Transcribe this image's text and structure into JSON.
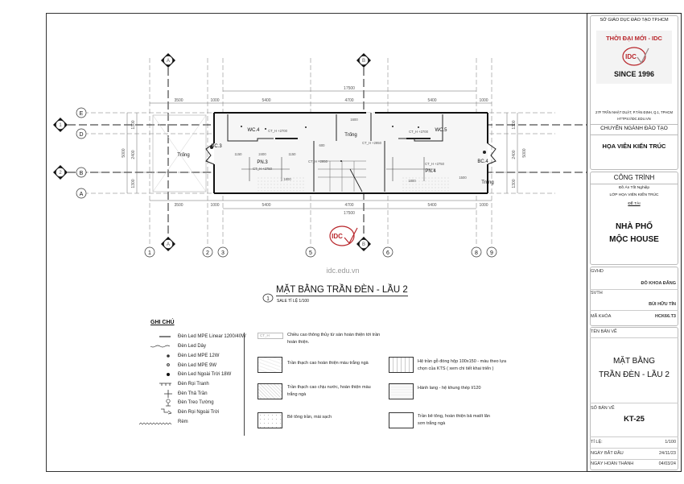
{
  "title_block": {
    "department": "SỞ GIÁO DỤC ĐÀO TẠO TP.HCM",
    "brand": "THỜI ĐẠI MỚI - IDC",
    "logo_text": "IDC",
    "since": "SINCE 1996",
    "address": "27F TRẦN NHẬT DUẬT, P.TÂN ĐỊNH, Q.1, TPHCM",
    "website": "HTTPS://IDC.EDU.VN",
    "major_label": "CHUYÊN NGÀNH ĐÀO TẠO",
    "major": "HỌA VIÊN KIẾN TRÚC",
    "project_label": "CÔNG TRÌNH",
    "project_sub1": "Đồ Án Tốt Nghiệp",
    "project_sub2": "LỚP HỌA VIÊN KIẾN TRÚC",
    "topic_label": "ĐỀ TÀI",
    "project_name_1": "NHÀ PHỐ",
    "project_name_2": "MỘC HOUSE",
    "instructor_label": "GVHD",
    "instructor": "ĐỖ KHOA ĐĂNG",
    "student_label": "SVTH",
    "student": "BÙI HỮU TÍN",
    "course_label": "MÃ KHÓA",
    "course": "HCK66.T3",
    "sheet_name_label": "TÊN BẢN VẼ",
    "sheet_name_1": "MẶT BẰNG",
    "sheet_name_2": "TRẦN ĐÈN - LẦU 2",
    "sheet_no_label": "SỐ BẢN VẼ",
    "sheet_no": "KT-25",
    "scale_label": "TỈ LỆ:",
    "scale": "1/100",
    "start_label": "NGÀY BẮT ĐẦU",
    "start": "24/11/23",
    "end_label": "NGÀY HOÀN THÀNH",
    "end": "04/03/24"
  },
  "plan": {
    "grid_rows": [
      "E",
      "D",
      "B",
      "A"
    ],
    "grid_cols": [
      "1",
      "2",
      "3",
      "5",
      "6",
      "8",
      "9"
    ],
    "sections": [
      "A",
      "B",
      "1",
      "2"
    ],
    "dims_top": [
      "3500",
      "1000",
      "5400",
      "4700",
      "5400",
      "1000"
    ],
    "dims_total": "17500",
    "dims_side": [
      "1300",
      "2400",
      "1300",
      "5000"
    ],
    "rooms": {
      "wc4": "WC.4",
      "wc5": "WC.5",
      "pn3": "PN.3",
      "pn4": "PN.4",
      "bc3": "BC.3",
      "bc4": "BC.4",
      "void_left": "Trống",
      "void_mid": "Trống",
      "void_right": "Trống"
    },
    "ceiling_tags": [
      "CT_H +2750",
      "CT_H +2750",
      "CT_H +2700",
      "CT_H +2700",
      "CT_H +2950",
      "CT_H +2950"
    ],
    "inner_dims": [
      "1150",
      "2400",
      "1150",
      "1800",
      "1500",
      "600",
      "1600"
    ],
    "watermark_logo": "IDC",
    "watermark_url": "idc.edu.vn"
  },
  "drawing": {
    "number": "1",
    "title": "MẶT BẰNG TRẦN ĐÈN - LẦU 2",
    "scale": "SALE TỈ LỆ 1/100"
  },
  "legend": {
    "title": "GHI CHÚ",
    "items": [
      "Đèn Led MPE Linear 1200/40W",
      "Đèn Led Dây",
      "Đèn Led MPE 12W",
      "Đèn Led MPE 9W",
      "Đèn Led Ngoài Trời 18W",
      "Đèn Rọi Tranh",
      "Đèn Thả Trần",
      "Đèn Treo Tường",
      "Đèn Rọi Ngoài Trời",
      "Rèm"
    ],
    "ceiling_tag_sample": "CT_H",
    "finishes": [
      "Chiều cao thông thủy từ sàn hoàn thiện tới trần hoàn thiện.",
      "Trần thạch cao hoàn thiện màu trắng ngà",
      "Trần thạch cao chịu nước, hoàn thiện màu trắng ngà",
      "Bê tông trần, mài sạch",
      "Hệ trần gỗ đóng hộp 100x150 - màu theo lựa chọn của KTS ( xem chi tiết khai triển )",
      "Hành lang - hệ khung thép I/120",
      "Trần bê tông, hoàn thiện bả matít lăn sơn trắng ngà"
    ]
  },
  "colors": {
    "brand_red": "#b8262b",
    "line": "#222222",
    "grid": "#555555"
  }
}
